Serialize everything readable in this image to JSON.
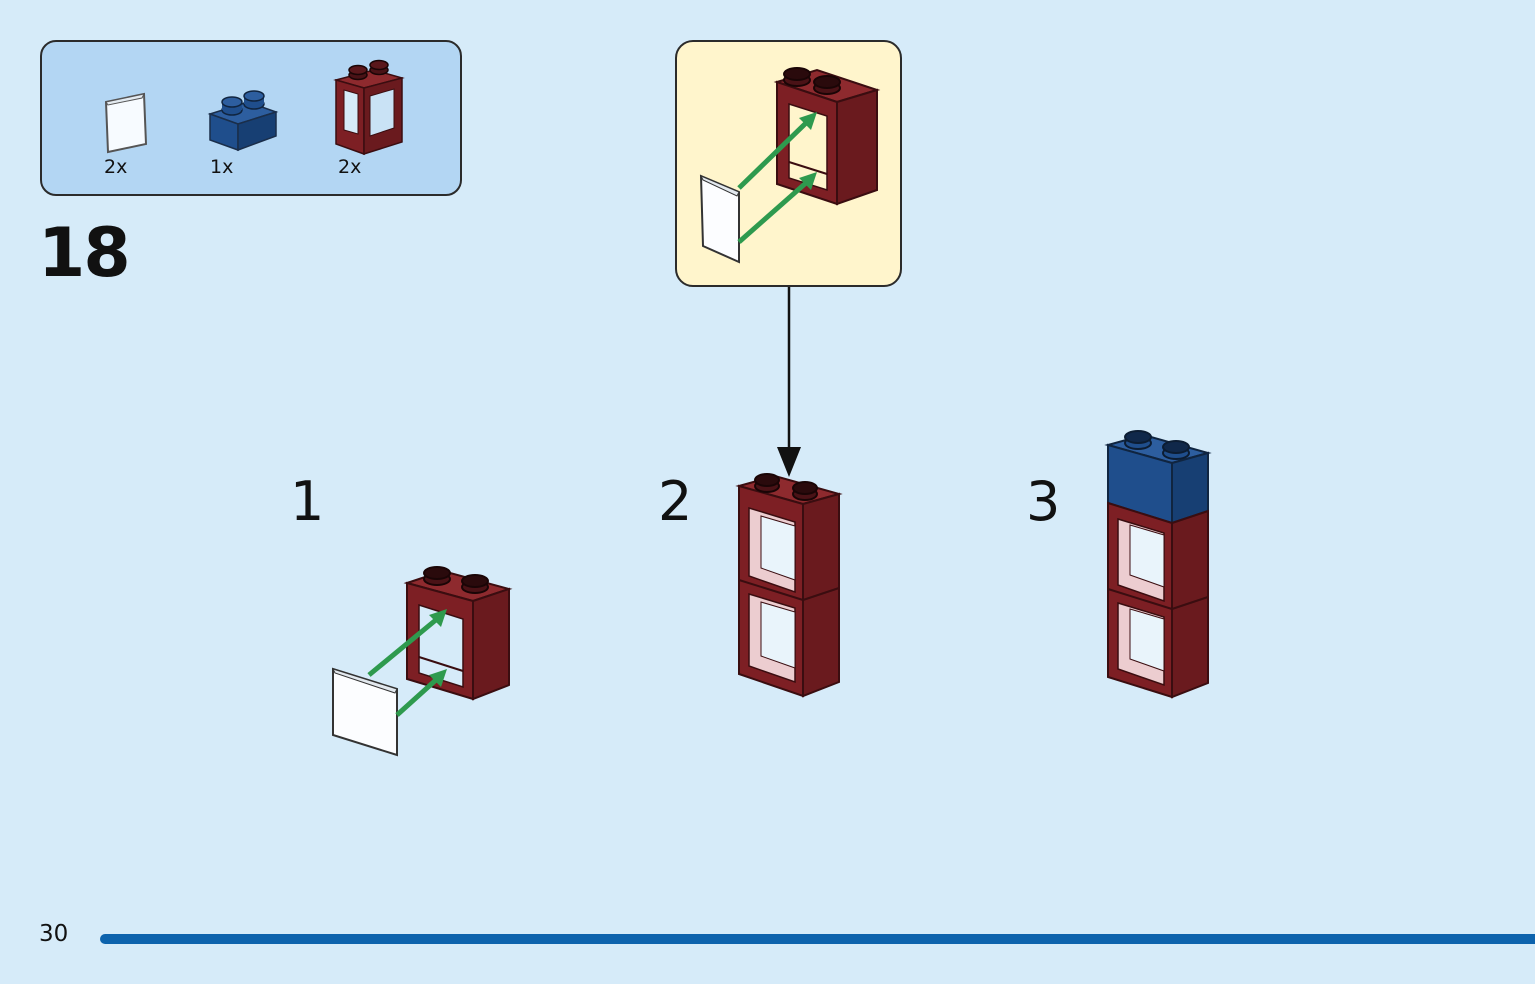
{
  "page": {
    "number": "30",
    "step_number": "18"
  },
  "parts": [
    {
      "icon": "window-glass-icon",
      "qty": "2x",
      "color": "#ffffff"
    },
    {
      "icon": "blue-brick-1x2-icon",
      "qty": "1x",
      "color": "#1f4e8c"
    },
    {
      "icon": "red-window-frame-icon",
      "qty": "2x",
      "color": "#7d1f24"
    }
  ],
  "substeps": [
    {
      "label": "1"
    },
    {
      "label": "2"
    },
    {
      "label": "3"
    }
  ],
  "colors": {
    "background": "#d6ebf9",
    "parts_box": "#b3d6f3",
    "callout": "#fff5cc",
    "frame_red": "#7d1f24",
    "brick_blue": "#1f4e8c",
    "arrow_green": "#2e9a4e",
    "progress": "#0d63ad"
  }
}
